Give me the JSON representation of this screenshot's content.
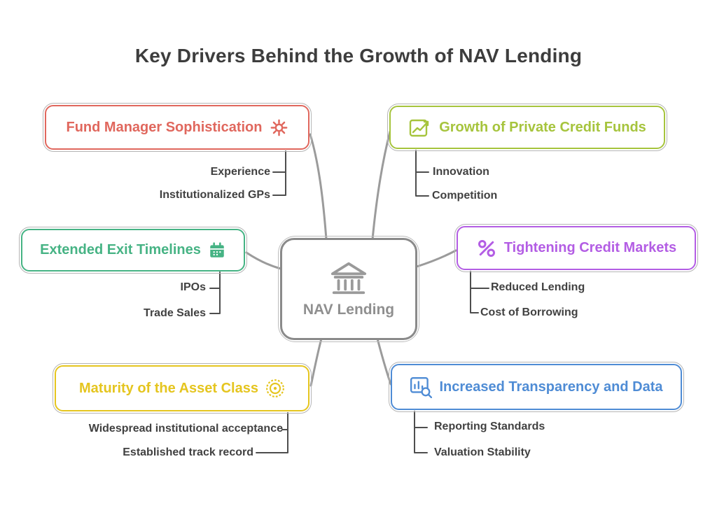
{
  "title": "Key Drivers Behind the Growth of NAV Lending",
  "center": {
    "label": "NAV Lending",
    "icon": "bank-icon"
  },
  "branches": [
    {
      "label": "Fund Manager Sophistication",
      "color": "#e0675d",
      "icon": "gear-icon",
      "icon_side": "right",
      "children": [
        "Experience",
        "Institutionalized GPs"
      ]
    },
    {
      "label": "Growth of Private Credit Funds",
      "color": "#a6c43d",
      "icon": "growth-chart-icon",
      "icon_side": "left",
      "children": [
        "Innovation",
        "Competition"
      ]
    },
    {
      "label": "Extended Exit Timelines",
      "color": "#46b384",
      "icon": "calendar-icon",
      "icon_side": "right",
      "children": [
        "IPOs",
        "Trade Sales"
      ]
    },
    {
      "label": "Tightening Credit Markets",
      "color": "#b35de4",
      "icon": "percent-icon",
      "icon_side": "left",
      "children": [
        "Reduced Lending",
        "Cost of Borrowing"
      ]
    },
    {
      "label": "Maturity of the Asset Class",
      "color": "#e5c51f",
      "icon": "medal-icon",
      "icon_side": "right",
      "children": [
        "Widespread institutional acceptance",
        "Established track record"
      ]
    },
    {
      "label": "Increased Transparency and Data",
      "color": "#4f8cd5",
      "icon": "chart-search-icon",
      "icon_side": "left",
      "children": [
        "Reporting Standards",
        "Valuation Stability"
      ]
    }
  ],
  "colors": {
    "background": "#ffffff",
    "title_text": "#3d3d3d",
    "sub_text": "#414141",
    "center_border": "#8a8a8a",
    "center_text": "#8f8f8f",
    "curve_connector": "#9b9b9b",
    "bracket_connector": "#4d4d4d"
  }
}
